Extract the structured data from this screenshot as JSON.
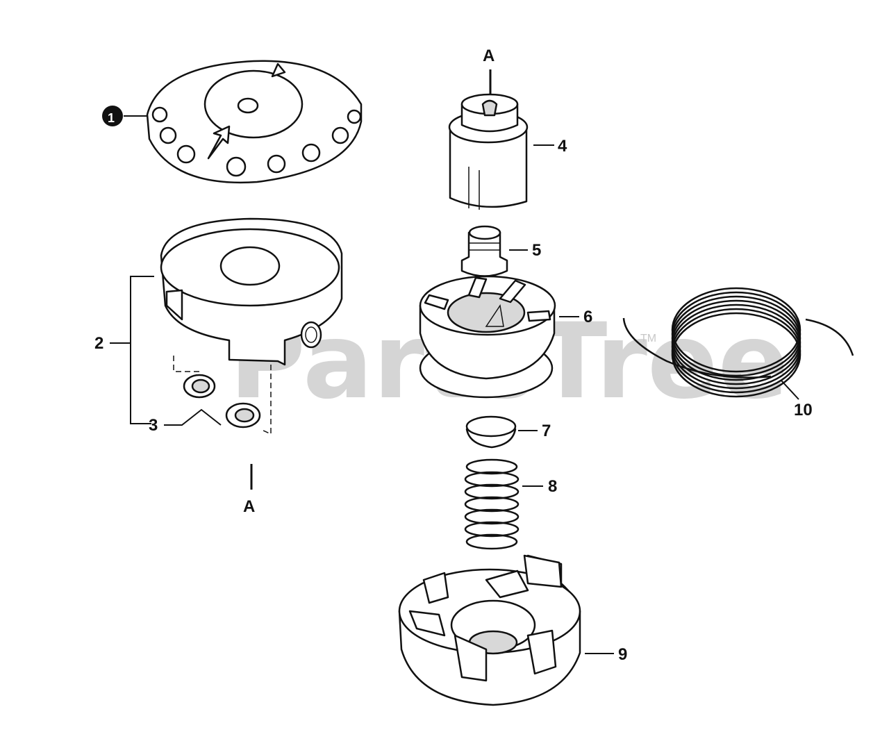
{
  "watermark": {
    "text": "PartsTree",
    "tm": "TM"
  },
  "section_markers": {
    "top": "A",
    "bottom": "A"
  },
  "parts": [
    {
      "id": "1",
      "label": "1",
      "marker": "filled-circle"
    },
    {
      "id": "2",
      "label": "2"
    },
    {
      "id": "3",
      "label": "3"
    },
    {
      "id": "4",
      "label": "4"
    },
    {
      "id": "5",
      "label": "5"
    },
    {
      "id": "6",
      "label": "6"
    },
    {
      "id": "7",
      "label": "7"
    },
    {
      "id": "8",
      "label": "8"
    },
    {
      "id": "9",
      "label": "9"
    },
    {
      "id": "10",
      "label": "10"
    }
  ],
  "colors": {
    "line": "#111111",
    "fill": "#ffffff",
    "shade": "#d8d8d8",
    "watermark": "#c8c8c8"
  }
}
